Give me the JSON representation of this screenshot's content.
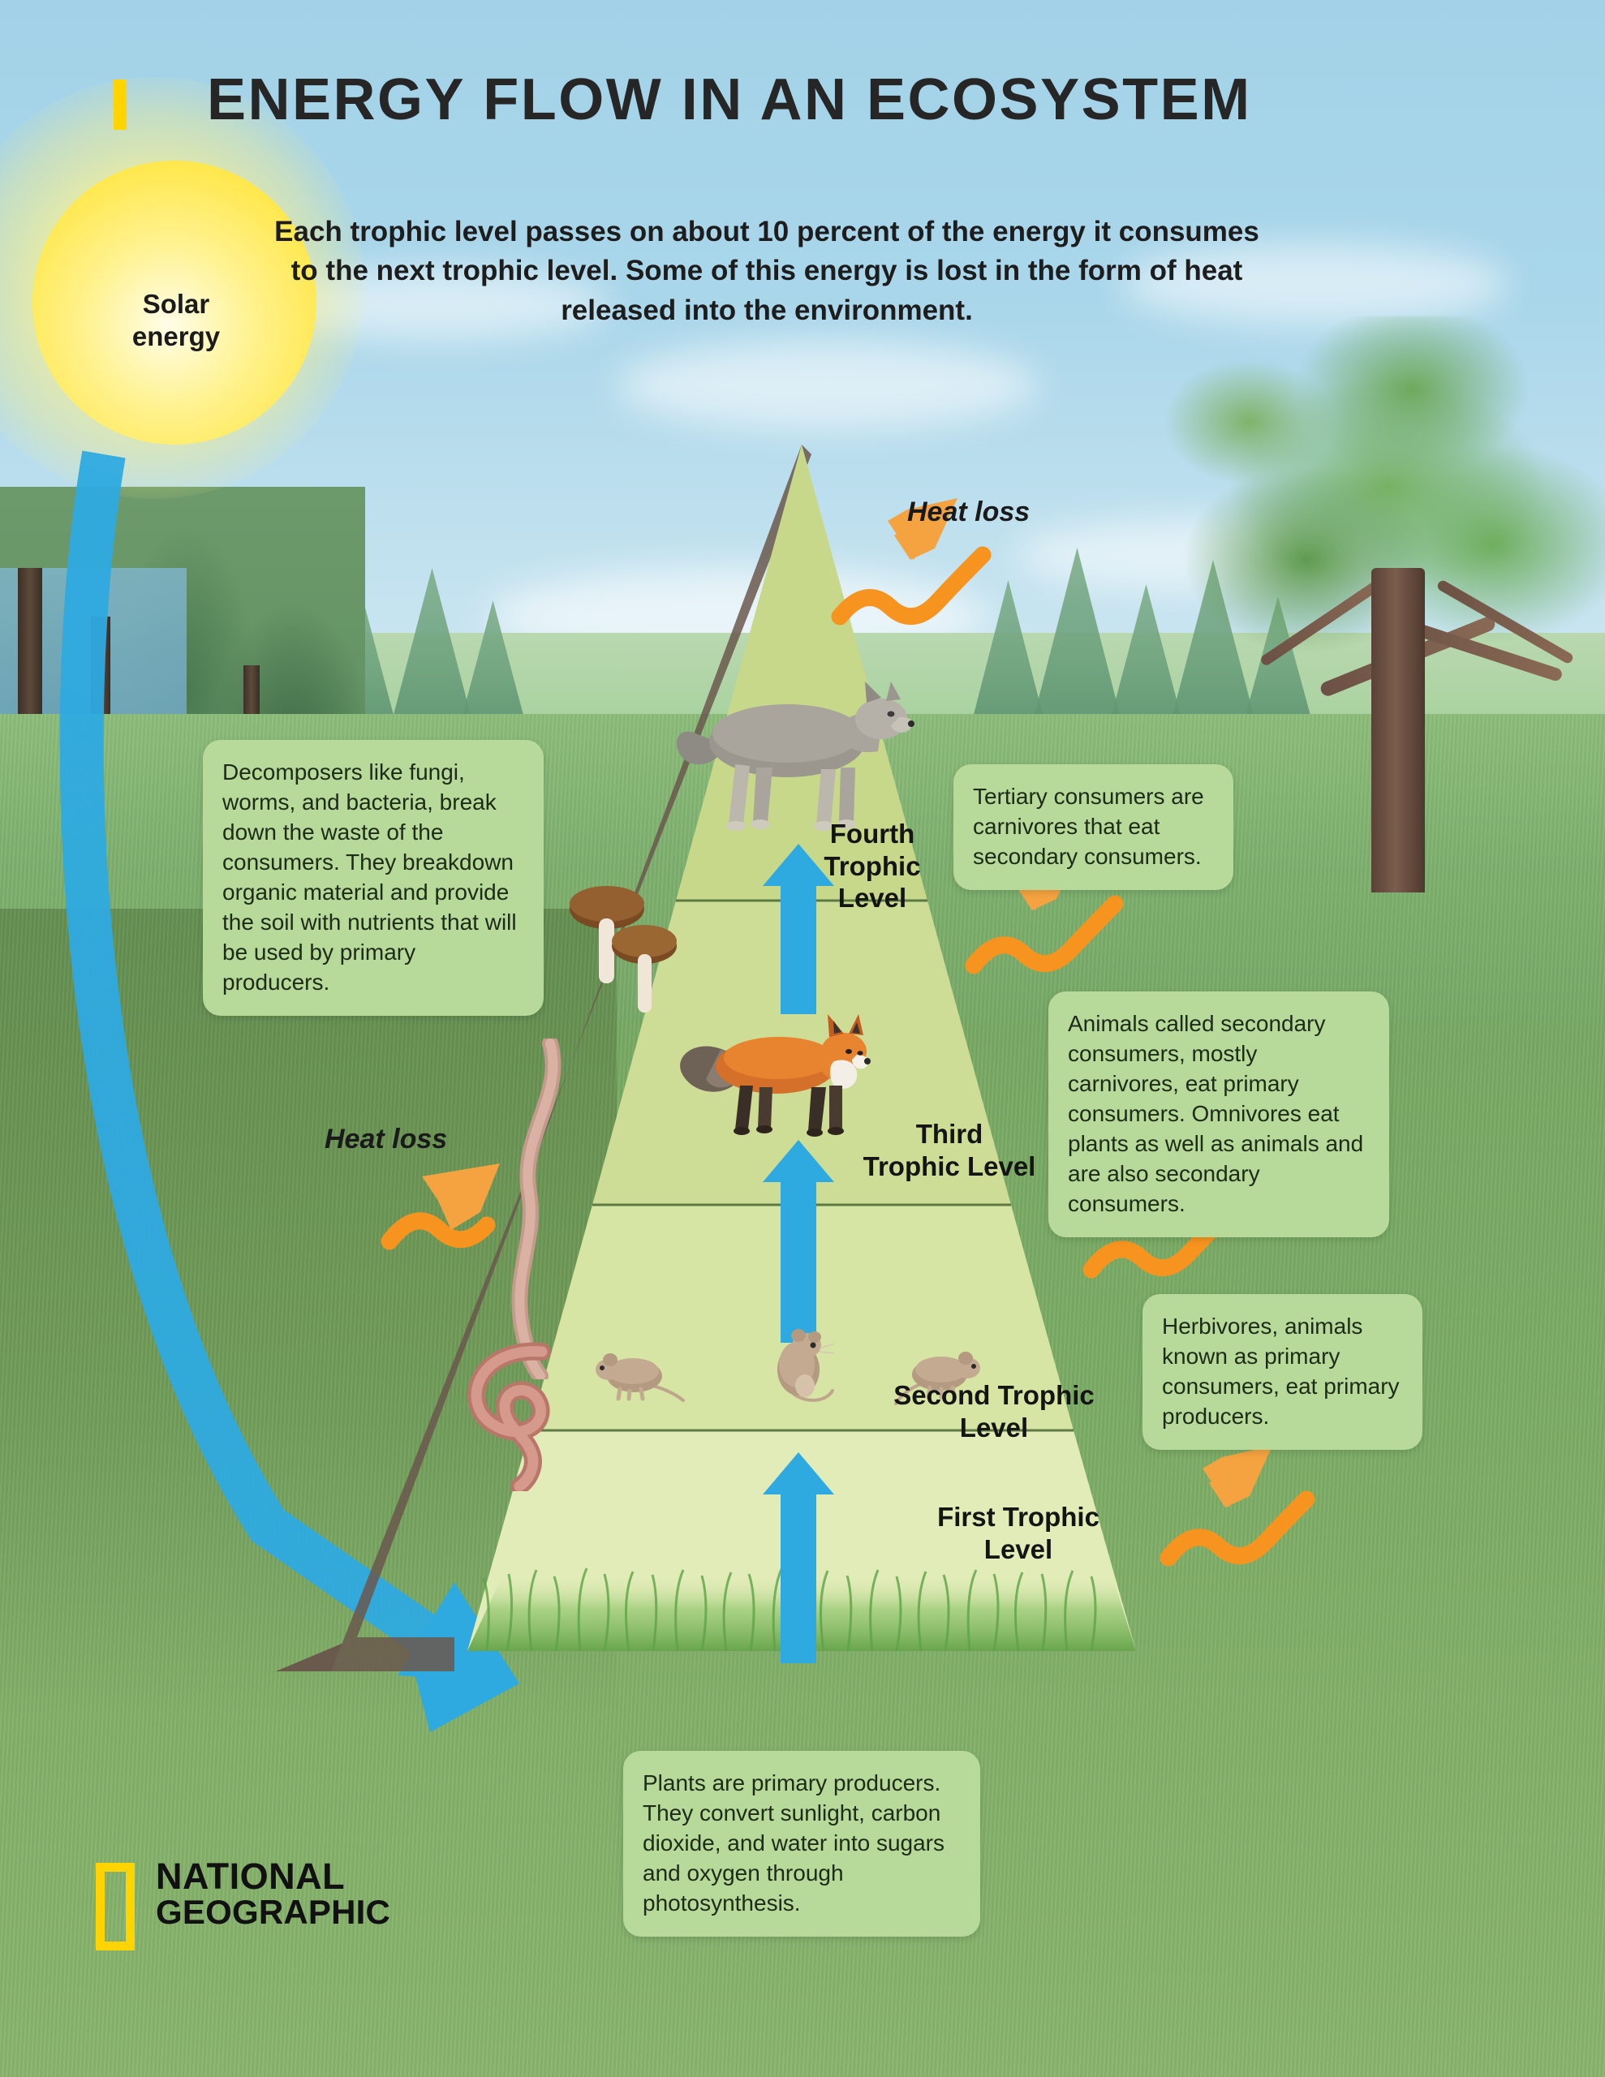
{
  "header": {
    "title": "ENERGY FLOW IN AN ECOSYSTEM",
    "subtitle": "Each trophic level passes on about 10 percent of the energy it consumes to the next trophic level. Some of this energy is lost in the form of heat released into the environment.",
    "accent_bar_color": "#ffd400"
  },
  "sun": {
    "label_line1": "Solar",
    "label_line2": "energy",
    "core_color": "#ffe84f",
    "glow_color": "#fff28f"
  },
  "pyramid": {
    "tiers": [
      {
        "id": "tier4",
        "label_line1": "Fourth",
        "label_line2": "Trophic",
        "label_line3": "Level",
        "fill": "#c7d88a",
        "animal": "wolf-illustration"
      },
      {
        "id": "tier3",
        "label_line1": "Third",
        "label_line2": "Trophic Level",
        "label_line3": "",
        "fill": "#cedd96",
        "animal": "fox-illustration"
      },
      {
        "id": "tier2",
        "label_line1": "Second Trophic",
        "label_line2": "Level",
        "label_line3": "",
        "fill": "#d7e5a4",
        "animal": "mice-illustration"
      },
      {
        "id": "tier1",
        "label_line1": "First Trophic",
        "label_line2": "Level",
        "label_line3": "",
        "fill": "#e0ebb4",
        "animal": "grass-illustration"
      }
    ],
    "shadow_color": "#6a584c",
    "arrow_color": "#2eaae0"
  },
  "callouts": [
    {
      "id": "decomposers",
      "text": "Decomposers like fungi, worms, and bacteria, break down the waste of the consumers. They breakdown organic material and provide the soil with nutrients that will be used by primary producers."
    },
    {
      "id": "tertiary",
      "text": "Tertiary consumers are carnivores that eat secondary consumers."
    },
    {
      "id": "secondary",
      "text": "Animals called secondary consumers, mostly carnivores, eat primary consumers. Omnivores eat plants as well as animals and are also secondary consumers."
    },
    {
      "id": "herbivores",
      "text": "Herbivores, animals known as primary consumers, eat primary producers."
    },
    {
      "id": "producers",
      "text": "Plants are primary producers. They convert sunlight, carbon dioxide, and water into sugars and oxygen through photosynthesis."
    }
  ],
  "heat_loss": {
    "label": "Heat loss",
    "arrow_color": "#f79420",
    "count_visible": 5
  },
  "logo": {
    "line1": "NATIONAL",
    "line2": "GEOGRAPHIC",
    "border_color": "#ffd400"
  },
  "colors": {
    "sky": "#a9d6ea",
    "meadow": "#7eb06e",
    "callout_bg": "#b7d99a",
    "blue_arrow": "#2eaae0",
    "orange_arrow": "#f79420",
    "title_text": "#262626"
  }
}
